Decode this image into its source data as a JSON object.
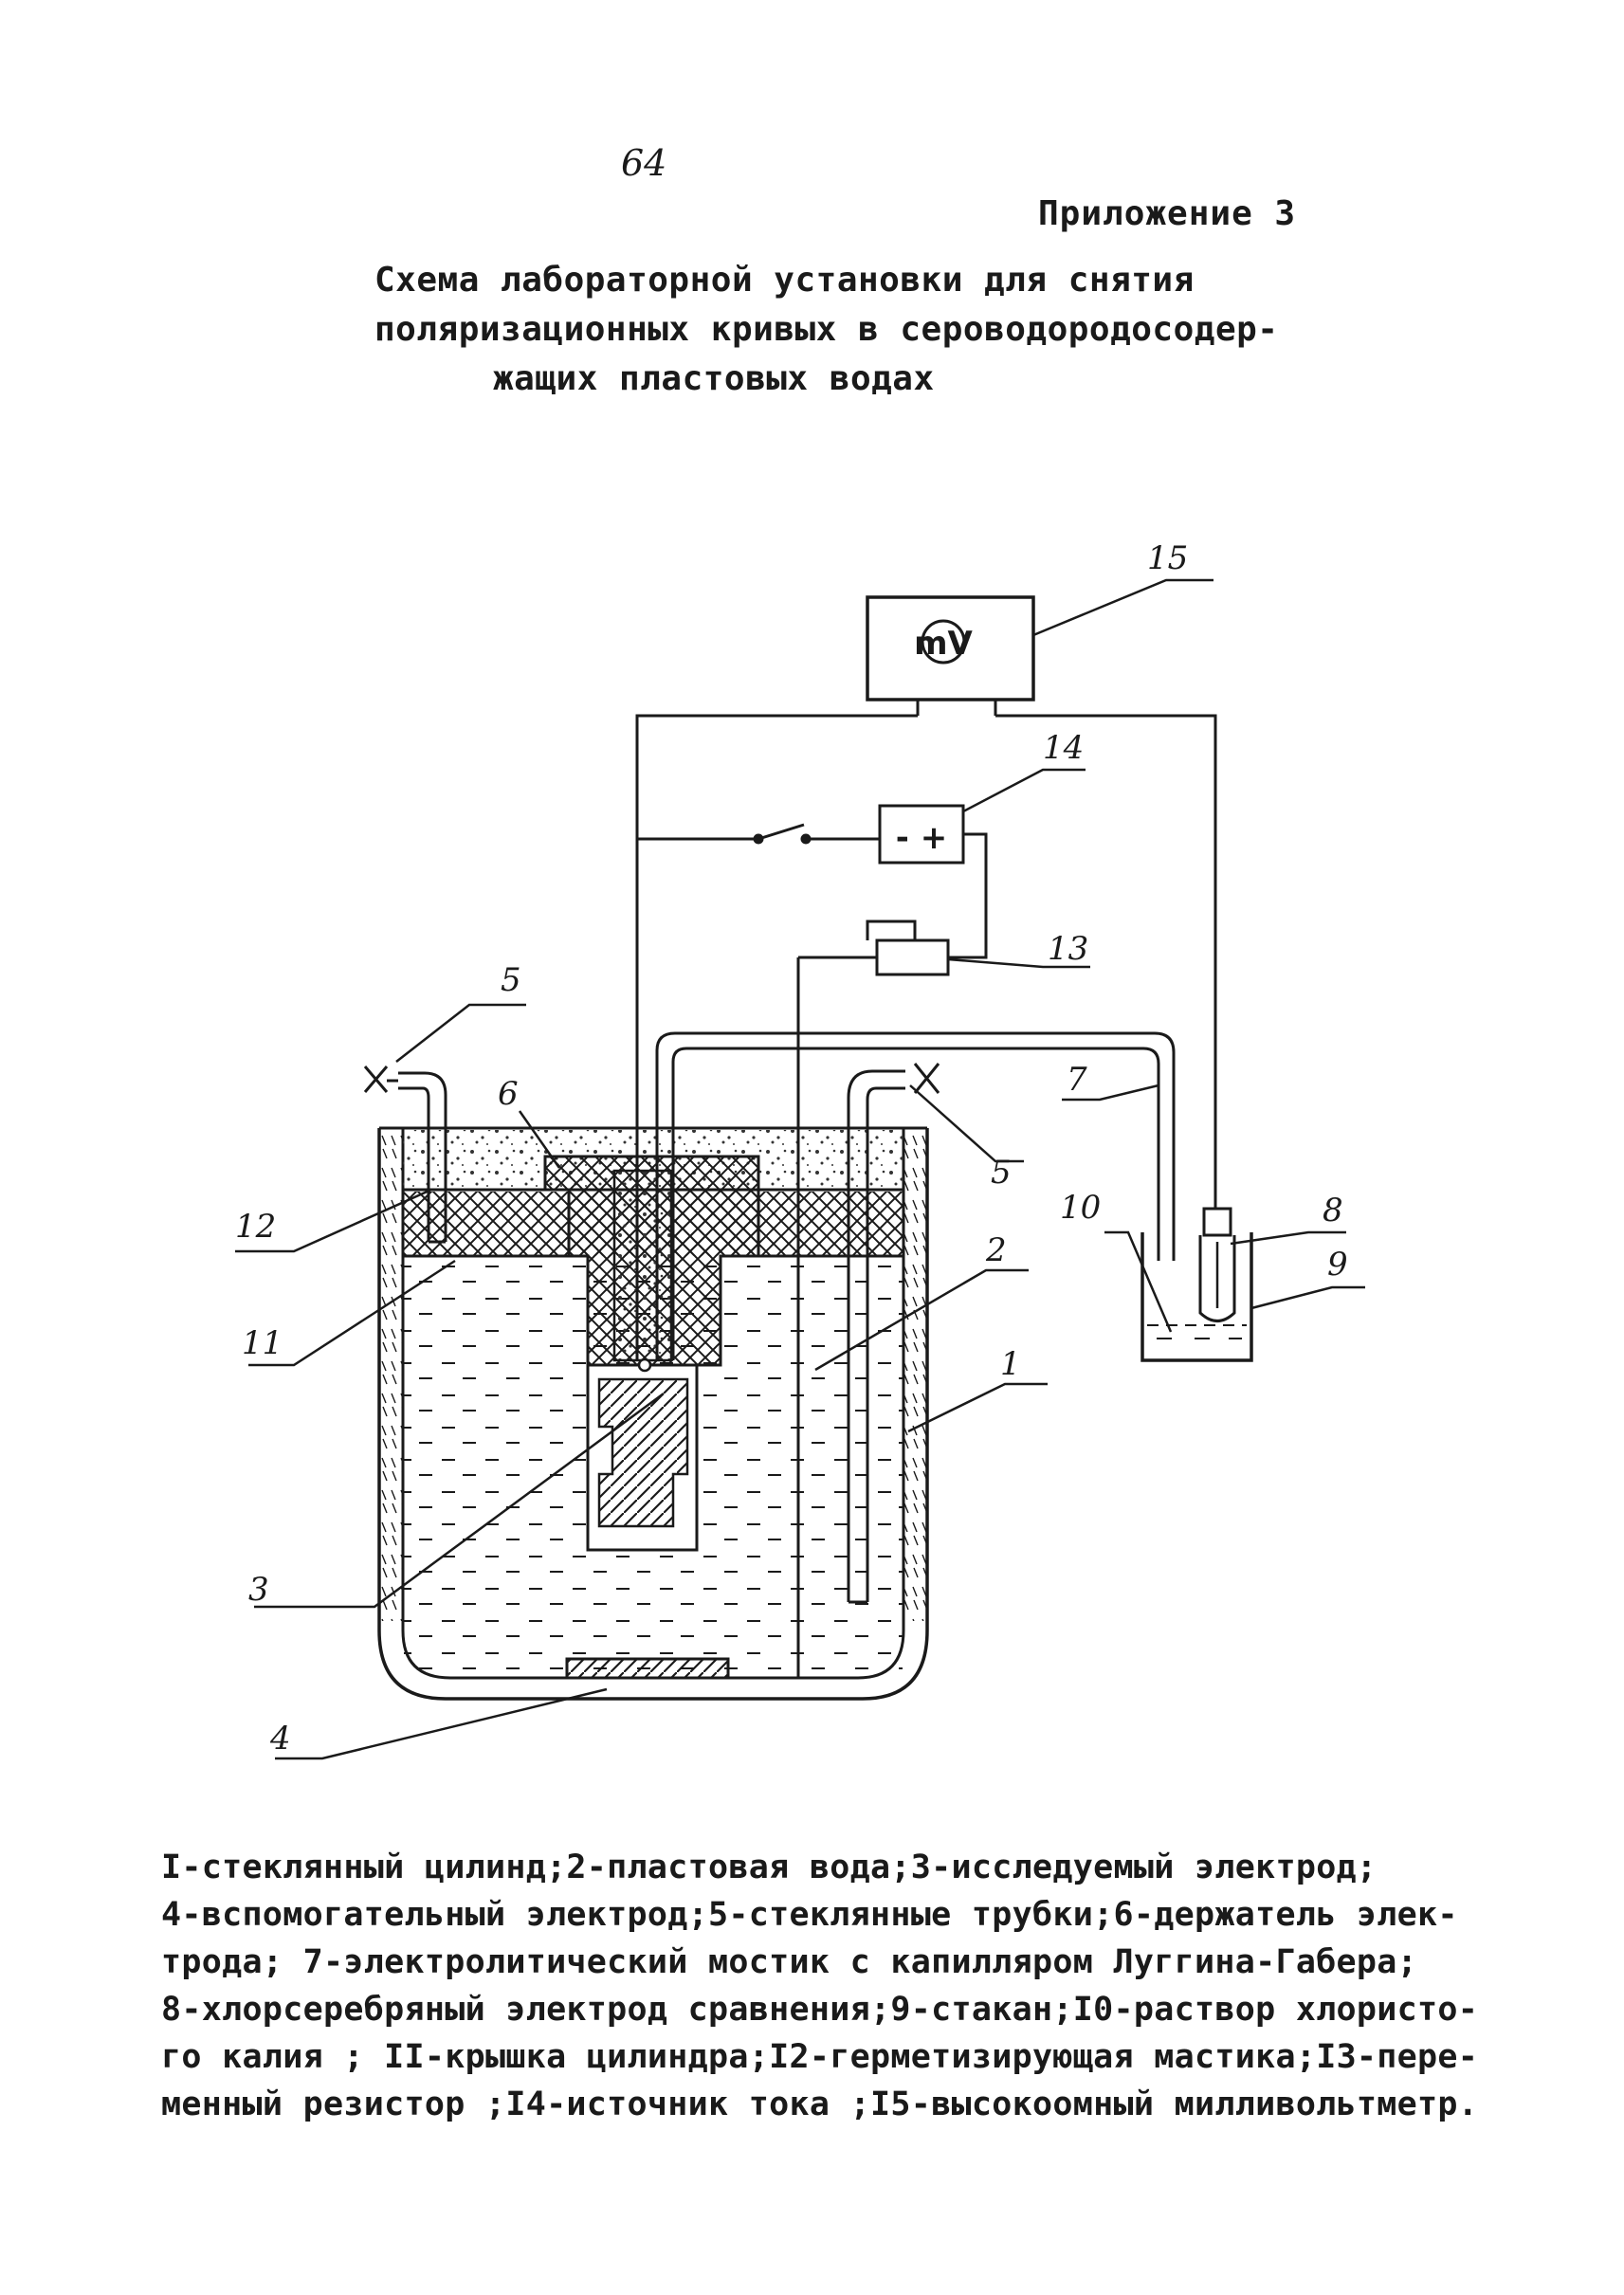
{
  "page_number": "64",
  "appendix_label": "Приложение 3",
  "title_lines": [
    "Схема лабораторной установки для снятия",
    "поляризационных кривых в сероводородосодер-",
    "жащих пластовых водах"
  ],
  "diagram": {
    "meter_symbol": "mV",
    "battery_symbols": "- +",
    "plug_symbol": "X",
    "labels": [
      "1",
      "2",
      "3",
      "4",
      "5",
      "5",
      "6",
      "7",
      "8",
      "9",
      "10",
      "11",
      "12",
      "13",
      "14",
      "15"
    ]
  },
  "caption_lines": [
    "I-стеклянный цилинд;2-пластовая вода;3-исследуемый электрод;",
    "4-вспомогательный электрод;5-стеклянные трубки;6-держатель элек-",
    "трода; 7-электролитический мостик с капилляром Луггина-Габера;",
    "8-хлорсеребряный электрод сравнения;9-стакан;I0-раствор хлористо-",
    "го калия ; II-крышка цилиндра;I2-герметизирующая мастика;I3-пере-",
    "менный резистор ;I4-источник тока ;I5-высокоомный милливольтметр."
  ]
}
